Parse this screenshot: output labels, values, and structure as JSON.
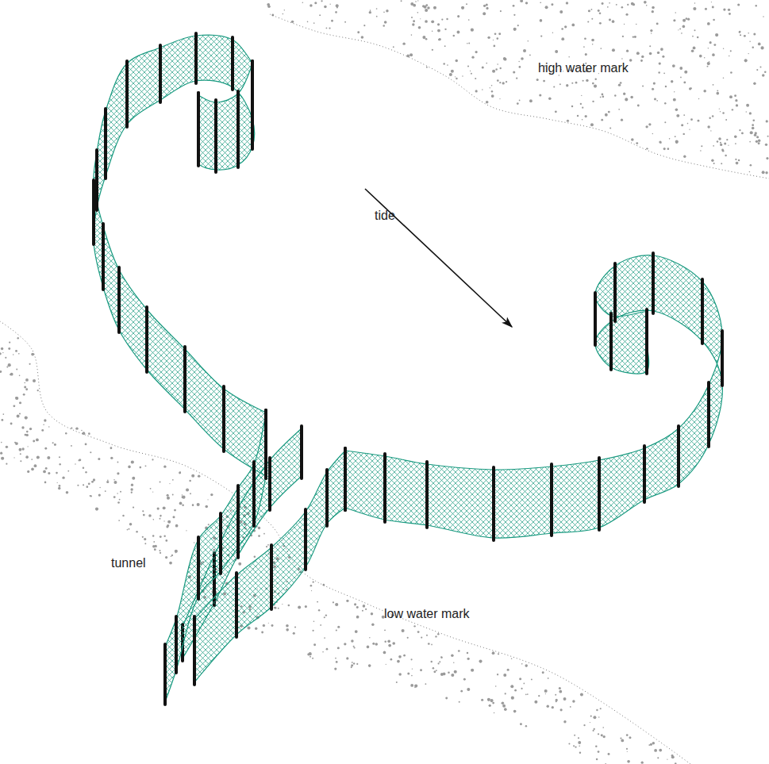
{
  "diagram": {
    "labels": [
      "high water mark",
      "tide",
      "low water mark",
      "tunnel"
    ]
  }
}
